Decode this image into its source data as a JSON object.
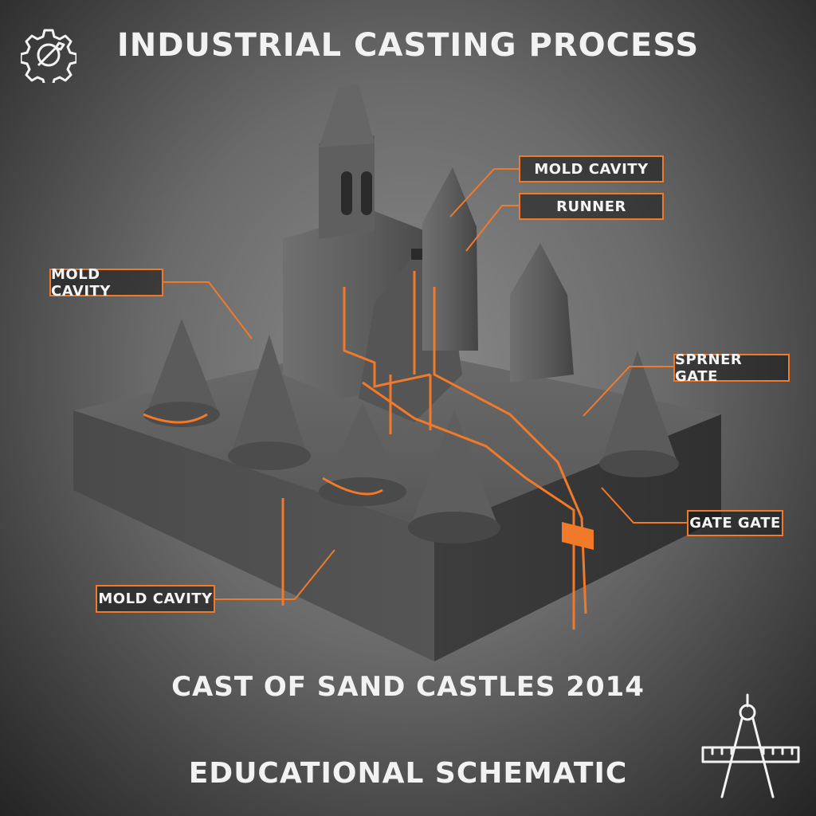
{
  "title": "INDUSTRIAL CASTING PROCESS",
  "subtitle": "CAST OF SAND CASTLES 2014",
  "footer": "EDUCATIONAL SCHEMATIC",
  "labels": {
    "mold_cavity_top": "MOLD CAVITY",
    "runner": "RUNNER",
    "mold_cavity_left": "MOLD CAVITY",
    "sprner_gate": "SPRNER GATE",
    "gate_gate": "GATE GATE",
    "mold_cavity_bottom": "MOLD CAVITY"
  },
  "icons": {
    "top_left": "gear-wrench-icon",
    "bottom_right": "compass-ruler-icon"
  },
  "colors": {
    "accent": "#f07a2a",
    "text": "#f2f2f2",
    "sand": "#5a5a5a"
  }
}
